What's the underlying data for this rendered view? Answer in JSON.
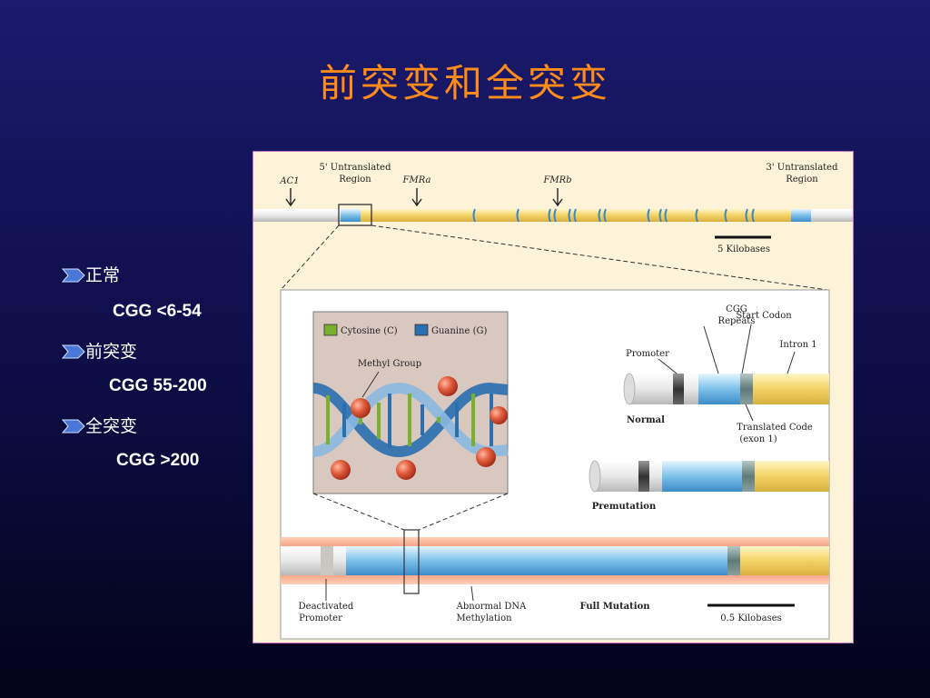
{
  "slide": {
    "title": "前突变和全突变"
  },
  "bullets": [
    {
      "label": "正常",
      "value": "CGG  <6-54"
    },
    {
      "label": "前突变",
      "value": "CGG 55-200"
    },
    {
      "label": "全突变",
      "value": "CGG >200"
    }
  ],
  "figure": {
    "gene_labels": {
      "ac1": "AC1",
      "utr5_line1": "5' Untranslated",
      "utr5_line2": "Region",
      "fmra": "FMRa",
      "fmrb": "FMRb",
      "utr3_line1": "3' Untranslated",
      "utr3_line2": "Region",
      "scale_top": "5 Kilobases"
    },
    "dna_inset": {
      "cytosine": "Cytosine (C)",
      "guanine": "Guanine (G)",
      "methyl": "Methyl Group"
    },
    "detail_labels": {
      "cgg_line1": "CGG",
      "cgg_line2": "Repeats",
      "start_codon": "Start Codon",
      "promoter": "Promoter",
      "intron": "Intron 1",
      "normal": "Normal",
      "translated_line1": "Translated Code",
      "translated_line2": "(exon 1)",
      "premutation": "Premutation",
      "deact_line1": "Deactivated",
      "deact_line2": "Promoter",
      "abn_line1": "Abnormal DNA",
      "abn_line2": "Methylation",
      "full_mutation": "Full Mutation",
      "scale_bottom": "0.5 Kilobases"
    },
    "colors": {
      "cytosine": "#7ab030",
      "guanine": "#2a6fb0",
      "exon": "#f5d66a",
      "repeats": "#7cc0ea",
      "methylation": "#e8603c"
    }
  }
}
